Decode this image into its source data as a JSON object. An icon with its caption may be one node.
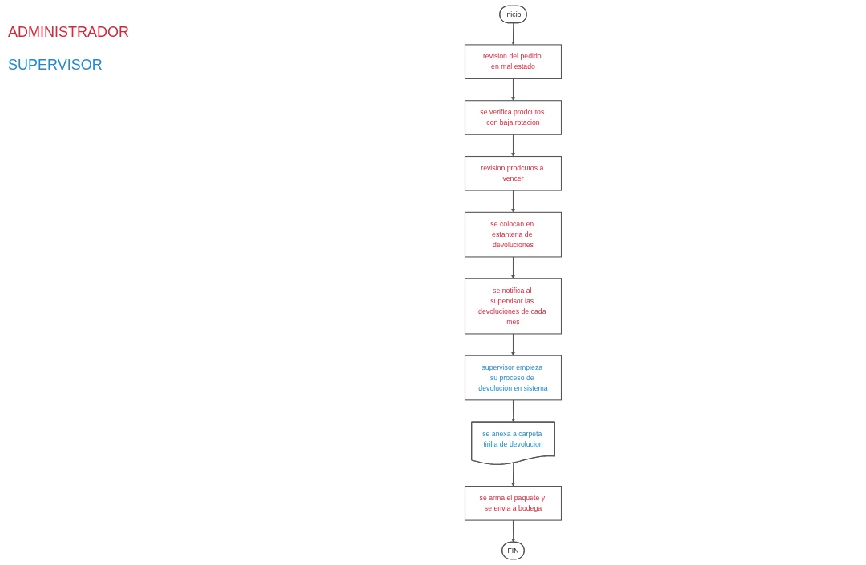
{
  "diagram": {
    "nodes": [
      {
        "text": [
          "inicio"
        ]
      },
      {
        "text": [
          "revision del pedido en mal estado"
        ]
      },
      {
        "text": [
          "se verifica prodcutos con baja rotacion"
        ]
      },
      {
        "text": [
          "revision prodcutos a vencer"
        ]
      },
      {
        "text": [
          "se colocan en estanteria de devoluciones"
        ]
      },
      {
        "text": [
          "se notifica al supervisor las devoluciones de cada mes"
        ]
      },
      {
        "text": [
          "supervisor empieza su proceso de devolucion en sistema"
        ]
      },
      {
        "text": [
          "se anexa a carpeta tirilla de devolucion"
        ]
      },
      {
        "text": [
          "se arma el paquete y se envia a bodega"
        ]
      },
      {
        "text": [
          "FIN"
        ]
      }
    ],
    "edges": [
      {
        "from": 0,
        "to": 1,
        "arrow": "to"
      },
      {
        "from": 1,
        "to": 2,
        "arrow": "to"
      },
      {
        "from": 2,
        "to": 3,
        "arrow": "to"
      },
      {
        "from": 3,
        "to": 4,
        "arrow": "to"
      },
      {
        "from": 4,
        "to": 5,
        "arrow": "to"
      },
      {
        "from": 5,
        "to": 6,
        "arrow": "to"
      },
      {
        "from": 6,
        "to": 7,
        "arrow": "to"
      },
      {
        "from": 7,
        "to": 8,
        "arrow": "to"
      },
      {
        "from": 8,
        "to": 9,
        "arrow": "to"
      }
    ],
    "labels": [
      "ADMINISTRADOR",
      "SUPERVISOR"
    ]
  }
}
